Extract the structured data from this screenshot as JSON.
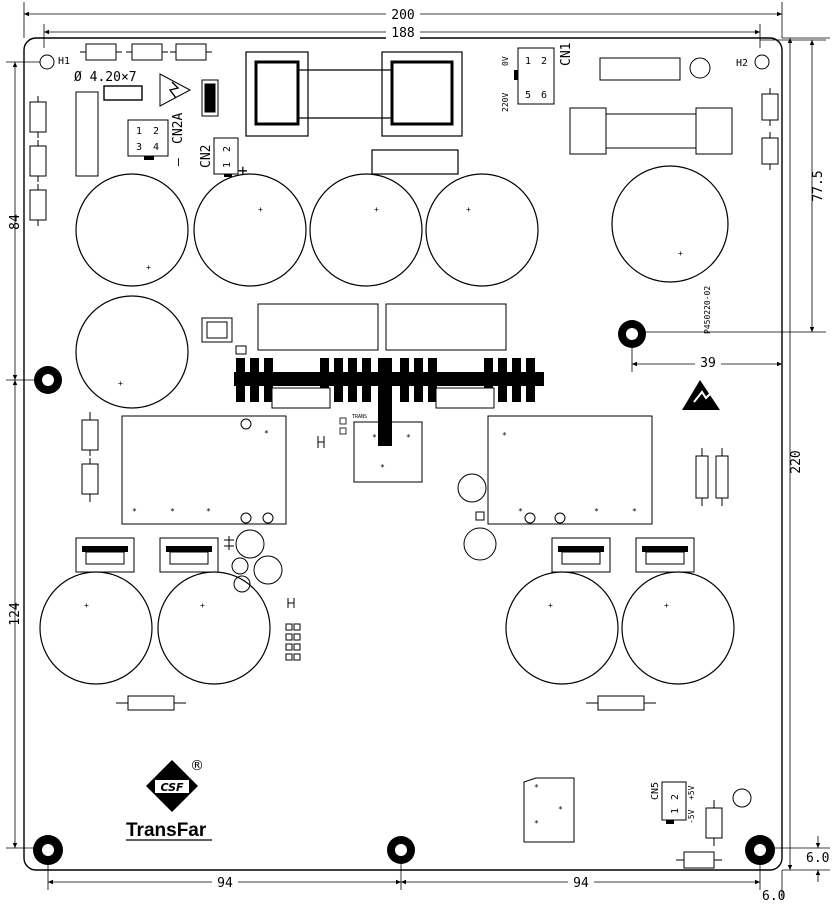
{
  "dimensions": {
    "overall_width": "200",
    "inner_width": "188",
    "upper_height": "84",
    "lower_height": "124",
    "total_height": "220",
    "right_offset": "77.5",
    "hole_offset_x": "39",
    "bottom_span_left": "94",
    "bottom_span_right": "94",
    "edge_margin_bottom": "6.0",
    "edge_margin_right": "6.0"
  },
  "labels": {
    "hole_h1": "H1",
    "hole_h2": "H2",
    "hole_spec": "Ø 4.20×7",
    "cn1": "CN1",
    "cn1_pins": [
      "1",
      "2",
      "5",
      "6"
    ],
    "cn1_0v": "0V",
    "cn1_220v": "220V",
    "cn2a": "CN2A",
    "cn2a_pins": [
      "1",
      "2",
      "3",
      "4"
    ],
    "cn2a_minus": "—",
    "cn2": "CN2",
    "cn2_pins": [
      "1",
      "2"
    ],
    "cn2_plus": "+",
    "cn5": "CN5",
    "cn5_pins": [
      "1",
      "2"
    ],
    "cn5_minus": "-5V",
    "cn5_plus": "+5V",
    "board_code": "P450220-02",
    "trans": "TRANS",
    "brand_name": "TransFar",
    "registered": "®",
    "logo_text": "CSF"
  },
  "colors": {
    "ink": "#000000",
    "paper": "#ffffff"
  }
}
